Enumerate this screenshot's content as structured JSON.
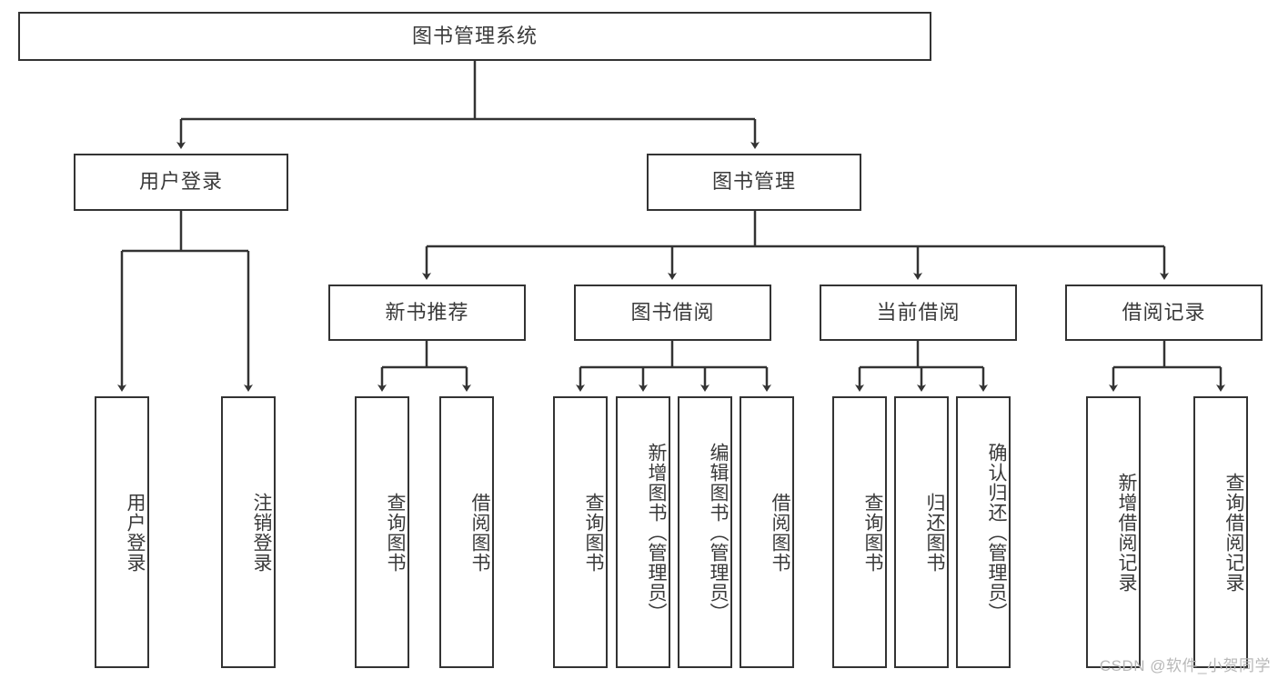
{
  "diagram": {
    "title": "图书管理系统",
    "type": "hierarchy-tree",
    "root": {
      "id": "root",
      "label": "图书管理系统"
    },
    "level2": [
      {
        "id": "user-login",
        "label": "用户登录"
      },
      {
        "id": "book-manage",
        "label": "图书管理"
      }
    ],
    "level3": [
      {
        "id": "new-book-rec",
        "label": "新书推荐",
        "parent": "book-manage"
      },
      {
        "id": "book-borrow",
        "label": "图书借阅",
        "parent": "book-manage"
      },
      {
        "id": "current-borrow",
        "label": "当前借阅",
        "parent": "book-manage"
      },
      {
        "id": "borrow-record",
        "label": "借阅记录",
        "parent": "book-manage"
      }
    ],
    "leaves": {
      "user_login": [
        {
          "id": "leaf-user-login",
          "label": "用户登录"
        },
        {
          "id": "leaf-user-logout",
          "label": "注销登录"
        }
      ],
      "new_book_rec": [
        {
          "id": "leaf-query-book-1",
          "label": "查询图书"
        },
        {
          "id": "leaf-borrow-book-1",
          "label": "借阅图书"
        }
      ],
      "book_borrow": [
        {
          "id": "leaf-query-book-2",
          "label": "查询图书"
        },
        {
          "id": "leaf-add-book",
          "label": "新增图书（管理员）"
        },
        {
          "id": "leaf-edit-book",
          "label": "编辑图书（管理员）"
        },
        {
          "id": "leaf-borrow-book-2",
          "label": "借阅图书"
        }
      ],
      "current_borrow": [
        {
          "id": "leaf-query-book-3",
          "label": "查询图书"
        },
        {
          "id": "leaf-return-book",
          "label": "归还图书"
        },
        {
          "id": "leaf-confirm-return",
          "label": "确认归还（管理员）"
        }
      ],
      "borrow_record": [
        {
          "id": "leaf-add-record",
          "label": "新增借阅记录"
        },
        {
          "id": "leaf-query-record",
          "label": "查询借阅记录"
        }
      ]
    }
  },
  "watermark": {
    "text": "CSDN @软件_小贺同学"
  },
  "colors": {
    "box_border": "#333333",
    "box_fill": "#ffffff",
    "text": "#3a3a3a",
    "edge": "#333333",
    "watermark": "#b8b8b8",
    "background": "#ffffff"
  }
}
